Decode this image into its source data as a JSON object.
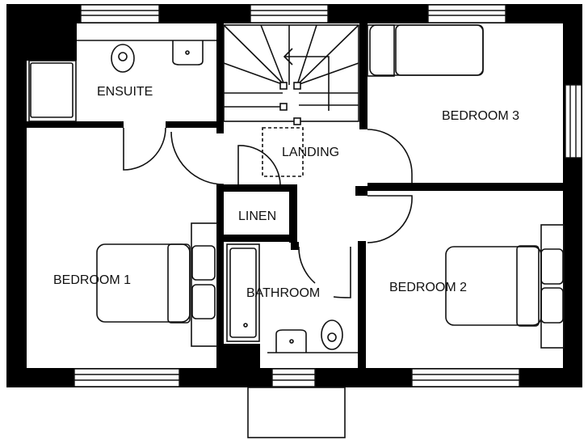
{
  "rooms": {
    "ensuite": "ENSUITE",
    "landing": "LANDING",
    "bedroom3": "BEDROOM 3",
    "linen": "LINEN",
    "bedroom1": "BEDROOM 1",
    "bathroom": "BATHROOM",
    "bedroom2": "BEDROOM 2"
  },
  "colors": {
    "wall": "#000000",
    "line": "#111111",
    "background": "#ffffff"
  }
}
